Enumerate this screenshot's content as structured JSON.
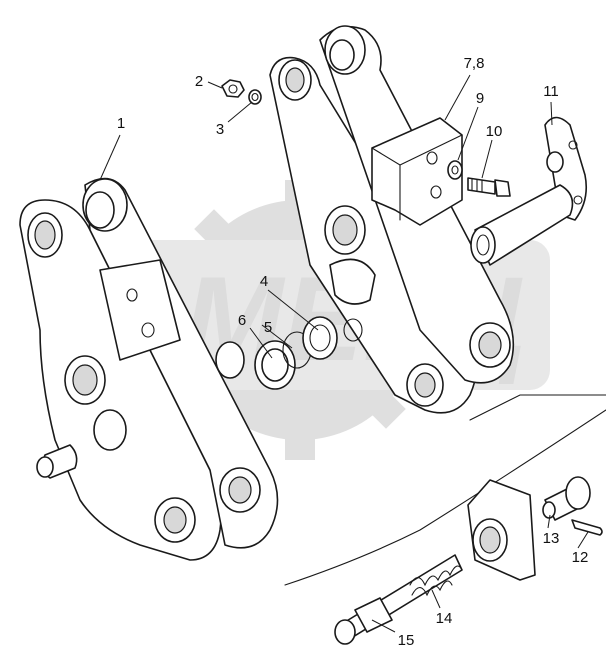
{
  "watermark": {
    "text": "ОМЕКЦ"
  },
  "callouts": [
    {
      "label": "1"
    },
    {
      "label": "2"
    },
    {
      "label": "3"
    },
    {
      "label": "4"
    },
    {
      "label": "5"
    },
    {
      "label": "6"
    },
    {
      "label": "7,8"
    },
    {
      "label": "9"
    },
    {
      "label": "10"
    },
    {
      "label": "11"
    },
    {
      "label": "12"
    },
    {
      "label": "13"
    },
    {
      "label": "14"
    },
    {
      "label": "15"
    }
  ]
}
